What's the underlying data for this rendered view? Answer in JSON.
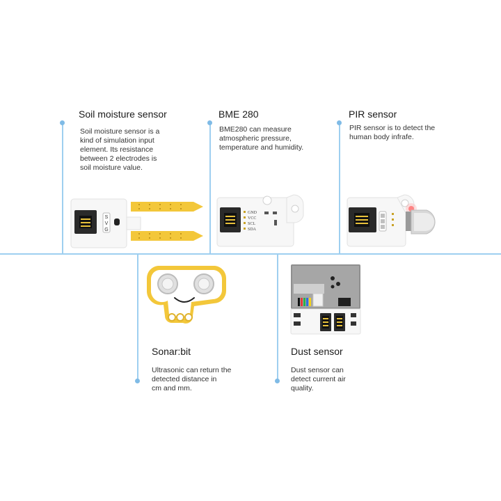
{
  "sensors": [
    {
      "title": "Soil moisture sensor",
      "desc": "Soil moisture sensor is a\nkind of simulation input\nelement. Its resistance\nbetween 2 electrodes is\nsoil moisture value."
    },
    {
      "title": "BME 280",
      "desc": "BME280 can measure\natmospheric pressure,\ntemperature and humidity.",
      "pins": [
        "GND",
        "VCC",
        "SCL",
        "SDA"
      ]
    },
    {
      "title": "PIR sensor",
      "desc": "PIR sensor is to detect the\nhuman body infrafe."
    },
    {
      "title": "Sonar:bit",
      "desc": "Ultrasonic can return the\ndetected distance in\ncm and mm."
    },
    {
      "title": "Dust sensor",
      "desc": "Dust sensor can\ndetect current air\nquality."
    }
  ],
  "pin_labels": [
    "S",
    "V",
    "G"
  ],
  "colors": {
    "line": "#9ecff0",
    "dot": "#7fbbe6",
    "gold": "#f3c73a",
    "connector": "#2a2a2a"
  }
}
